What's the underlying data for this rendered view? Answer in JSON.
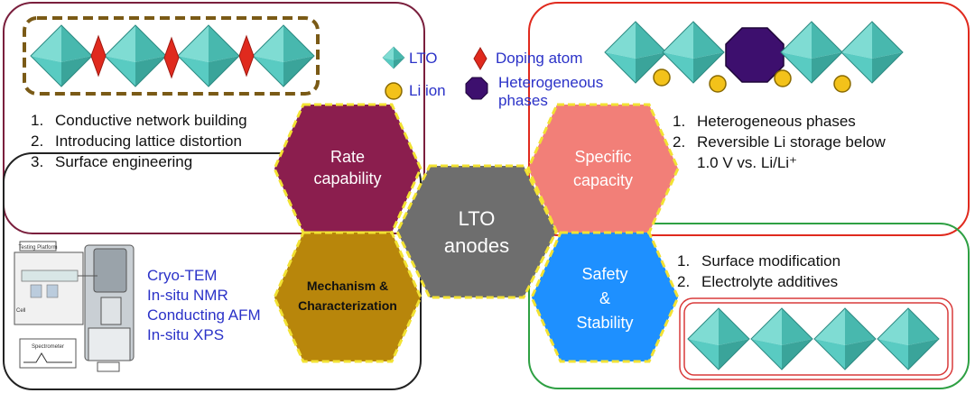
{
  "legend": {
    "lto": "LTO",
    "doping_atom": "Doping atom",
    "li_ion": "Li ion",
    "heterogeneous_phases_line1": "Heterogeneous",
    "heterogeneous_phases_line2": "phases"
  },
  "center": {
    "line1": "LTO",
    "line2": "anodes"
  },
  "rate": {
    "line1": "Rate",
    "line2": "capability",
    "items": [
      {
        "n": "1.",
        "text": "Conductive network building"
      },
      {
        "n": "2.",
        "text": "Introducing lattice distortion"
      },
      {
        "n": "3.",
        "text": "Surface engineering"
      }
    ]
  },
  "capacity": {
    "line1": "Specific",
    "line2": "capacity",
    "items": [
      {
        "n": "1.",
        "text": "Heterogeneous phases"
      },
      {
        "n": "2.",
        "text": "Reversible Li storage below"
      }
    ],
    "item2_cont": "1.0 V vs. Li/Li⁺"
  },
  "mechanism": {
    "line1": "Mechanism &",
    "line2": "Characterization",
    "techniques": [
      "Cryo-TEM",
      "In-situ NMR",
      "Conducting AFM",
      "In-situ XPS"
    ],
    "instrument_labels": {
      "panel": "Testing Platform",
      "cell": "Cell",
      "spectrometer": "Spectrometer"
    }
  },
  "safety": {
    "line1": "Safety",
    "line2": "&",
    "line3": "Stability",
    "items": [
      {
        "n": "1.",
        "text": "Surface modification"
      },
      {
        "n": "2.",
        "text": "Electrolyte additives"
      }
    ]
  },
  "colors": {
    "rate_hex": "#8b1e4e",
    "capacity_hex": "#f27f78",
    "center_hex": "#6e6e6e",
    "mechanism_hex": "#b8860b",
    "safety_hex": "#1e90ff",
    "hex_outline": "#f2e233",
    "crystal": "#59cbc2",
    "doping": "#e02a1e",
    "li_ion": "#f3c21a",
    "hetero_phase": "#3d0f6e",
    "box_rate": "#7a1f3d",
    "box_capacity": "#e02a1e",
    "box_safety": "#2ea043",
    "box_mechanism": "#222222",
    "dashed_frame": "#7a5a16"
  }
}
